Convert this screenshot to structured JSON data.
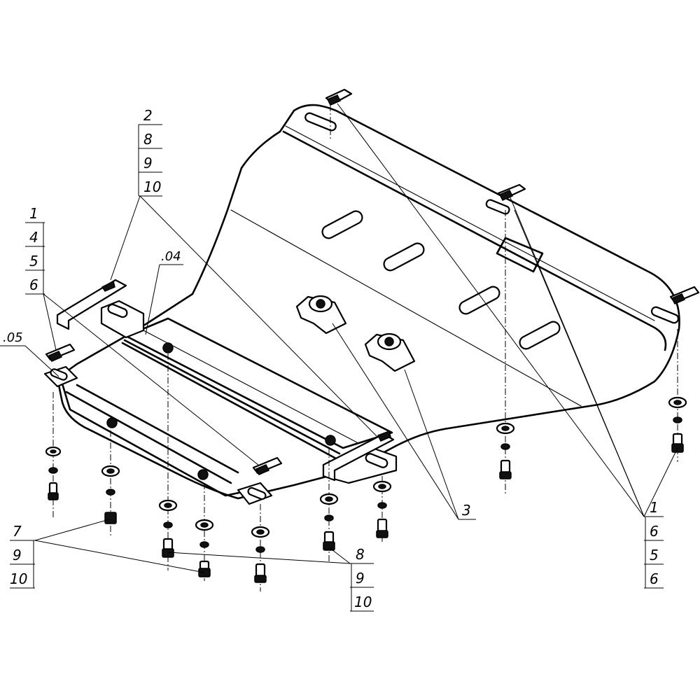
{
  "callouts": {
    "top_left_group": [
      "2",
      "8",
      "9",
      "10"
    ],
    "left_group": [
      "1",
      "4",
      "5",
      "6"
    ],
    "ref_05": ".05",
    "ref_04": ".04",
    "center": "3",
    "bottom_left_group": [
      "7",
      "9",
      "10"
    ],
    "bottom_center_group": [
      "8",
      "9",
      "10"
    ],
    "right_group": [
      "1",
      "6",
      "5",
      "6"
    ]
  }
}
